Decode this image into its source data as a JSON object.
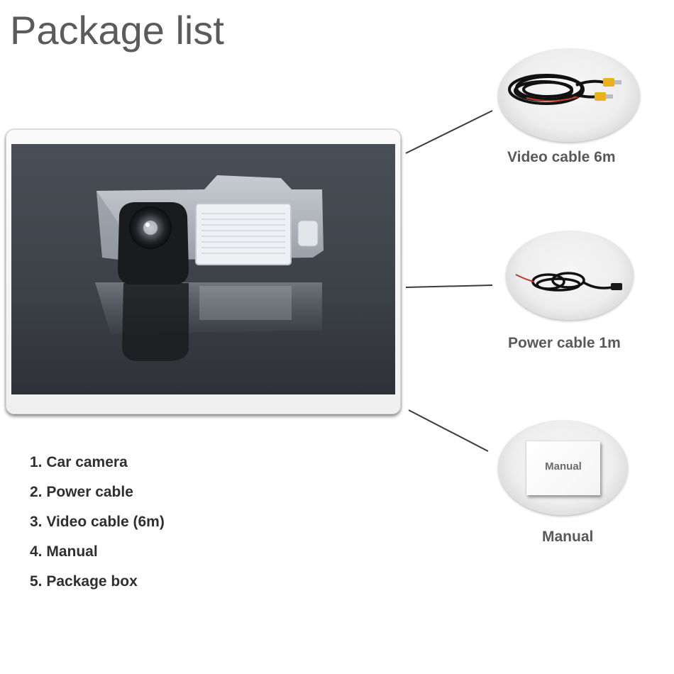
{
  "title": "Package list",
  "accessories": [
    {
      "caption": "Video cable 6m",
      "icon": "video-cable-image"
    },
    {
      "caption": "Power cable 1m",
      "icon": "power-cable-image"
    },
    {
      "caption": "Manual",
      "icon": "manual-image",
      "card_label": "Manual"
    }
  ],
  "main_product": {
    "icon": "car-camera-image"
  },
  "package_items": [
    "1. Car camera",
    "2. Power cable",
    "3. Video cable (6m)",
    "4. Manual",
    "5. Package box"
  ],
  "colors": {
    "title": "#5b5b5b",
    "caption": "#595959",
    "list_text": "#2f2f2f",
    "photo_background": "#3d4148",
    "rca_connector": "#e9b21c",
    "cable": "#111111",
    "cable_stripe": "#c0392b"
  }
}
